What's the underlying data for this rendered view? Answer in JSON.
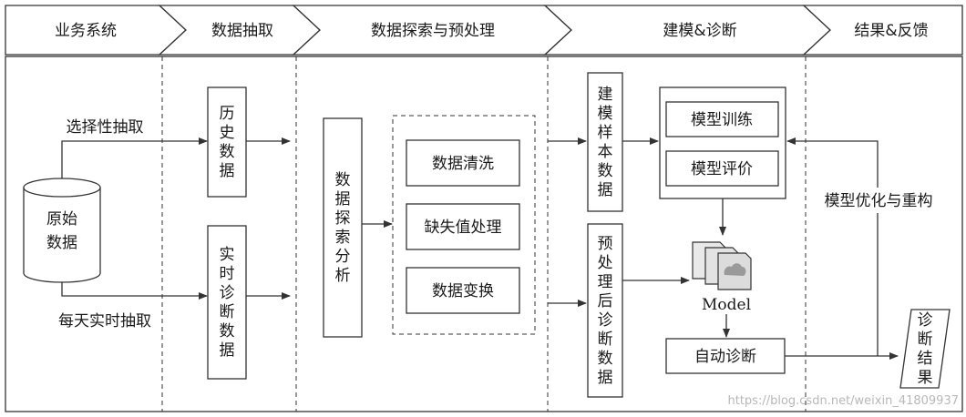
{
  "stages": [
    "业务系统",
    "数据抽取",
    "数据探索与预处理",
    "建模&诊断",
    "结果&反馈"
  ],
  "business": {
    "select_extract": "选择性抽取",
    "daily_extract": "每天实时抽取",
    "raw_data": [
      "原始",
      "数据"
    ]
  },
  "extract": {
    "history": "历史数据",
    "realtime": "实时诊断数据"
  },
  "explore": {
    "analysis": "数据探索分析",
    "steps": [
      "数据清洗",
      "缺失值处理",
      "数据变换"
    ]
  },
  "modeling": {
    "sample": "建模样本数据",
    "preprocessed": "预处理后诊断数据",
    "train": "模型训练",
    "evaluate": "模型评价",
    "model": "Model",
    "auto_diag": "自动诊断"
  },
  "feedback": {
    "optimize": "模型优化与重构",
    "result": "诊断结果"
  },
  "watermark": "https://blog.csdn.net/weixin_41809937"
}
